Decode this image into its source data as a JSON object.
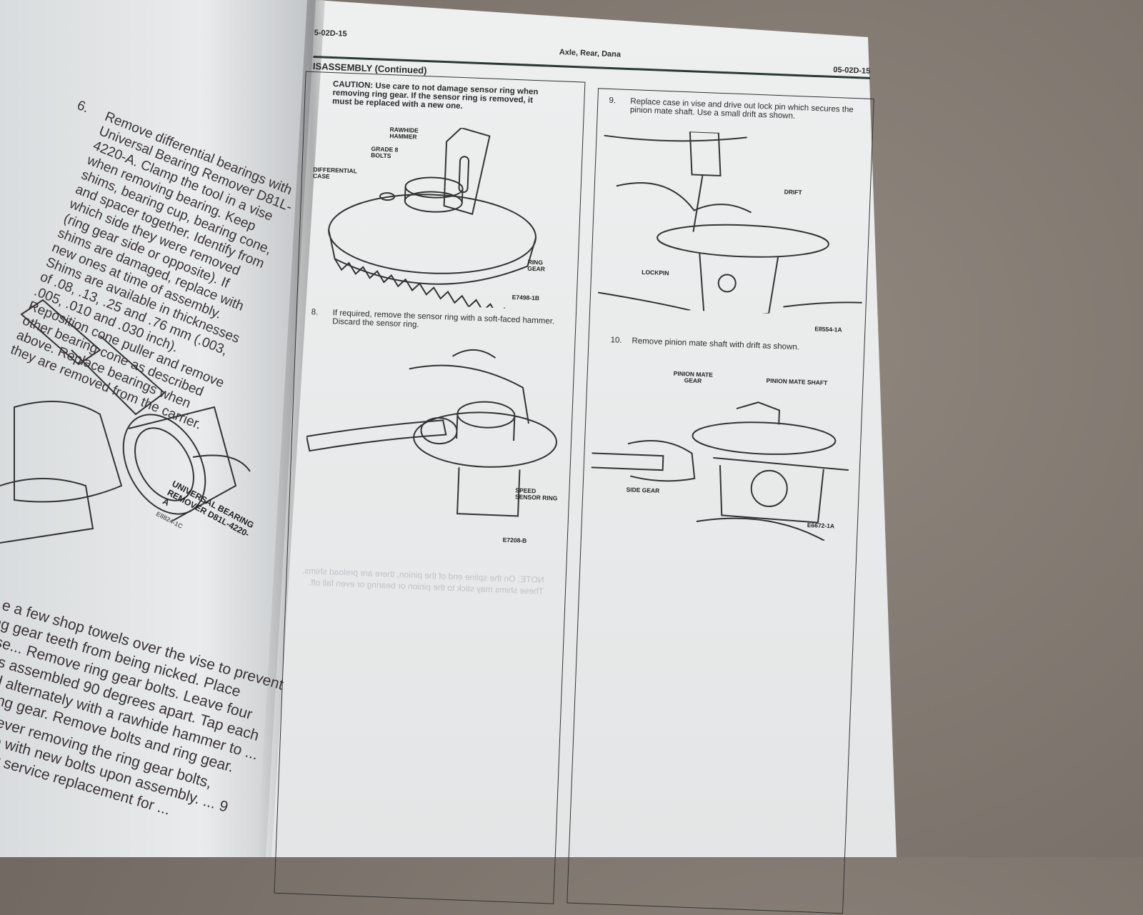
{
  "left_page": {
    "step6": {
      "number": "6.",
      "text": "Remove differential bearings with Universal Bearing Remover D81L-4220-A. Clamp the tool in a vise when removing bearing. Keep shims, bearing cup, bearing cone, and spacer together. Identify from which side they were removed (ring gear side or opposite). If shims are damaged, replace with new ones at time of assembly. Shims are available in thicknesses of .08, .13, .25 and .76 mm (.003, .005, .010 and .030 inch). Reposition cone puller and remove other bearing cone as described above. Replace bearings when they are removed from the carrier."
    },
    "figure_label": "UNIVERSAL BEARING REMOVER D81L-4220-A",
    "figure_code": "E8824-1C",
    "bottom_paragraphs": [
      "...e a few shop towels over the vise to prevent ring gear teeth from being nicked. Place case... Remove ring gear bolts. Leave four bolts assembled 90 degrees apart. Tap each head alternately with a rawhide hammer to ... the ring gear. Remove bolts and ring gear.",
      "Whenever removing the ring gear bolts, replace with new bolts upon assembly. ... 9 bolts for service replacement for ..."
    ]
  },
  "right_page": {
    "header": {
      "left_code": "5-02D-15",
      "title": "Axle, Rear, Dana",
      "right_code": "05-02D-15"
    },
    "section_title": "ISASSEMBLY (Continued)",
    "caution": "CAUTION: Use care to not damage sensor ring when removing ring gear. If the sensor ring is removed, it must be replaced with a new one.",
    "fig1": {
      "labels": [
        "RAWHIDE HAMMER",
        "GRADE 8 BOLTS",
        "DIFFERENTIAL CASE",
        "RING GEAR"
      ],
      "code": "E7498-1B"
    },
    "step8": {
      "number": "8.",
      "text": "If required, remove the sensor ring with a soft-faced hammer. Discard the sensor ring."
    },
    "fig2": {
      "labels": [
        "SPEED SENSOR RING"
      ],
      "code": "E7208-B"
    },
    "step9": {
      "number": "9.",
      "text": "Replace case in vise and drive out lock pin which secures the pinion mate shaft. Use a small drift as shown."
    },
    "fig3": {
      "labels": [
        "DRIFT",
        "LOCKPIN"
      ],
      "code": "E8554-1A"
    },
    "step10": {
      "number": "10.",
      "text": "Remove pinion mate shaft with drift as shown."
    },
    "fig4": {
      "labels": [
        "PINION MATE GEAR",
        "PINION MATE SHAFT",
        "SIDE GEAR"
      ],
      "code": "E6672-1A"
    }
  }
}
